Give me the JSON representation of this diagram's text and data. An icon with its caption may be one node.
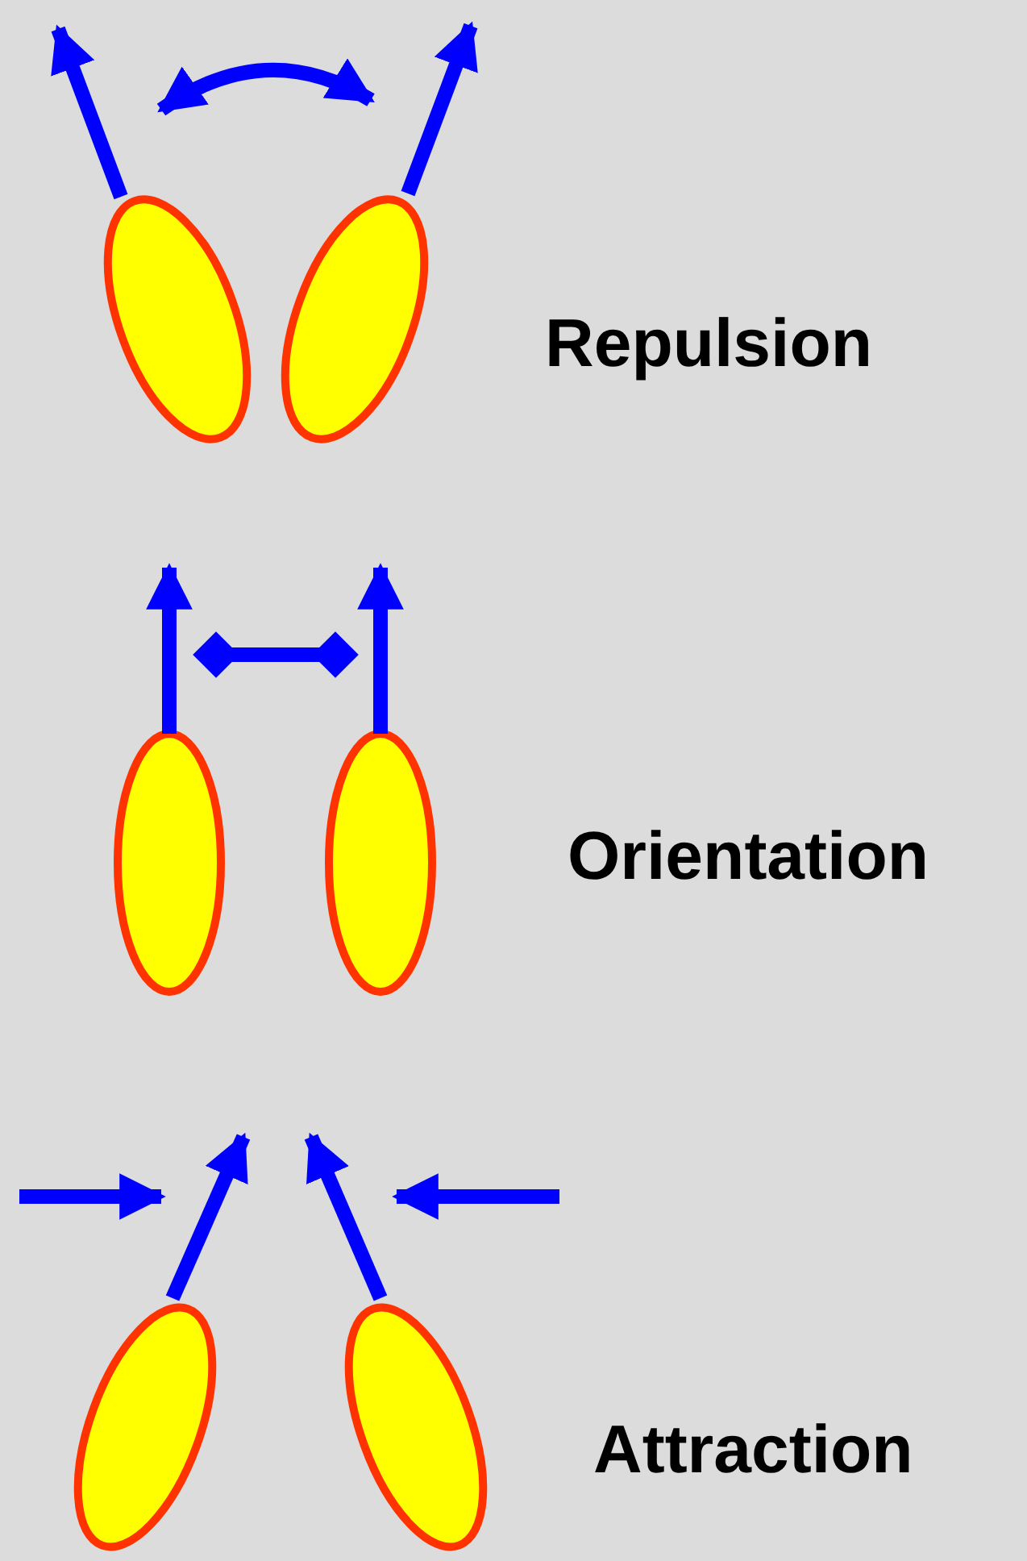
{
  "diagram": {
    "labels": [
      "Repulsion",
      "Orientation",
      "Attraction"
    ]
  }
}
